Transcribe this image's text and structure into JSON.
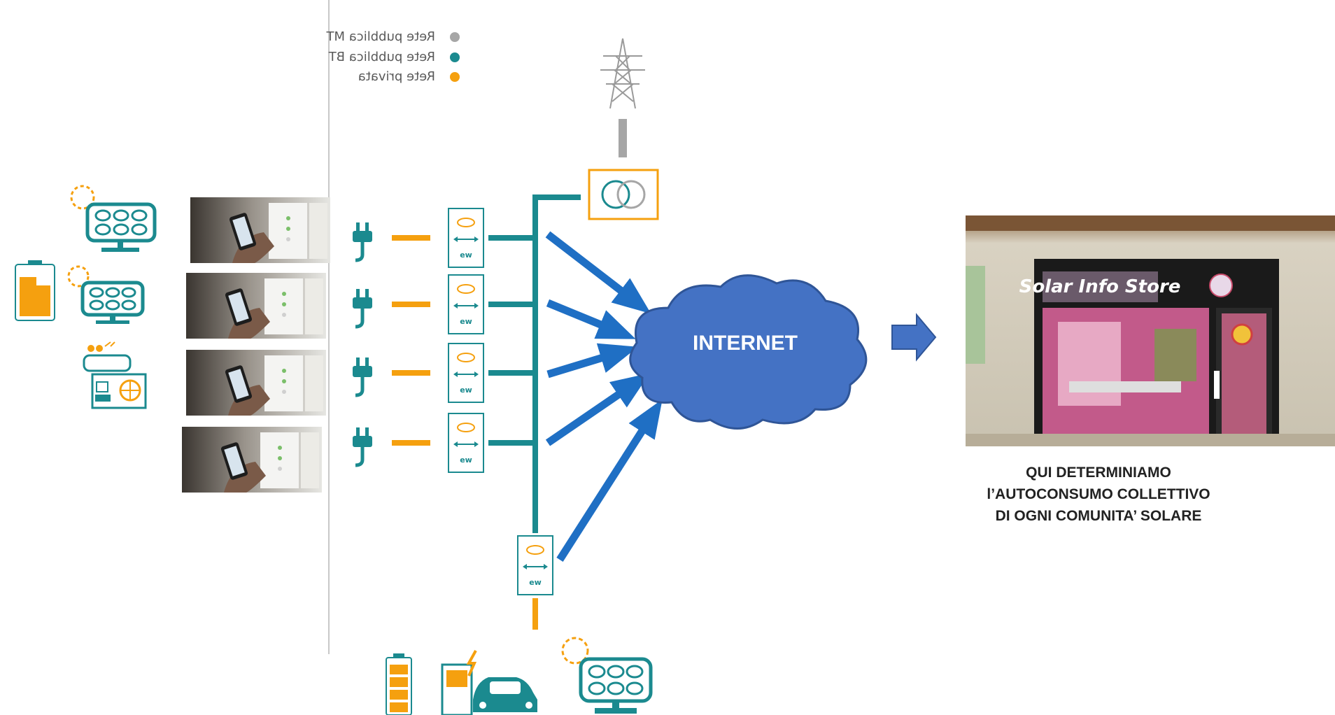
{
  "legend": {
    "items": [
      {
        "label": "Rete pubblica MT",
        "color": "#a6a6a6"
      },
      {
        "label": "Rete pubblica BT",
        "color": "#1b8a8f"
      },
      {
        "label": "Rete privata",
        "color": "#f5a00f"
      }
    ]
  },
  "cloud": {
    "label": "INTERNET",
    "color": "#4472c4"
  },
  "store": {
    "sign": "Solar Info Store"
  },
  "caption": {
    "line1": "QUI DETERMINIAMO",
    "line2": "l’AUTOCONSUMO COLLETTIVO",
    "line3": "DI OGNI COMUNITA’ SOLARE"
  },
  "colors": {
    "bt_line": "#1b8a8f",
    "private_line": "#f5a00f",
    "mt_line": "#a6a6a6",
    "arrow": "#1f6fc4"
  }
}
